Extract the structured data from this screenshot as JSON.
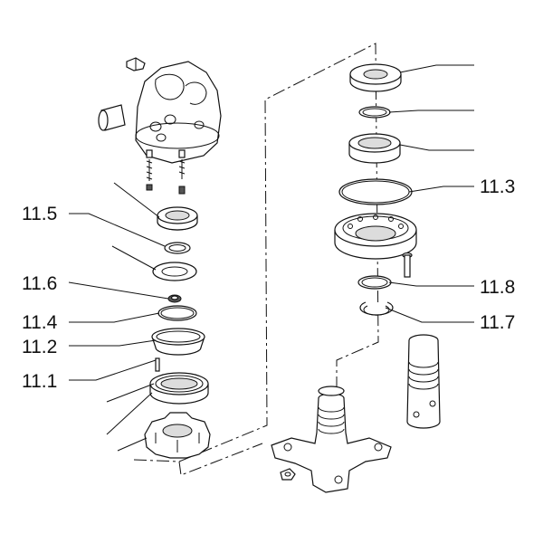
{
  "labels": {
    "l_11_5": "11.5",
    "l_11_6": "11.6",
    "l_11_4": "11.4",
    "l_11_2": "11.2",
    "l_11_1": "11.1",
    "l_11_3": "11.3",
    "l_11_8": "11.8",
    "l_11_7": "11.7"
  }
}
